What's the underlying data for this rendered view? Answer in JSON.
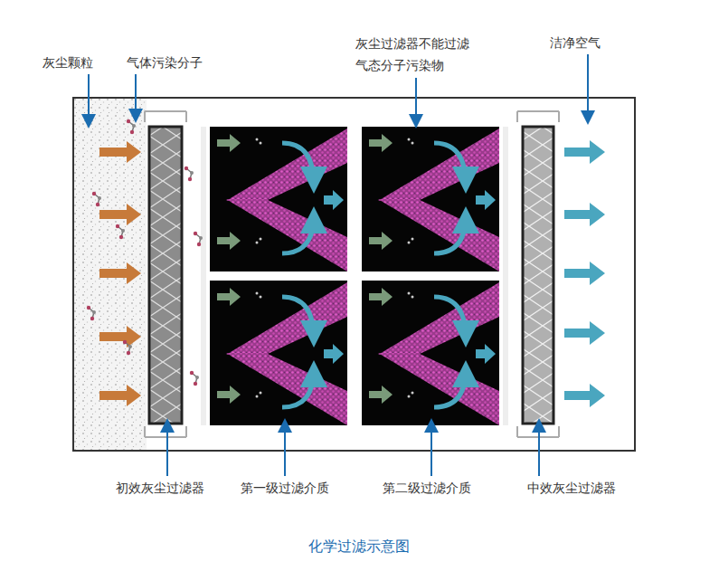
{
  "diagram": {
    "caption": "化学过滤示意图",
    "labels": [
      "灰尘颗粒",
      "气体污染分子",
      "灰尘过滤器不能过滤 气态分子污染物",
      "洁净空气",
      "初效灰尘过滤器",
      "第一级过滤介质",
      "第二级过滤介质",
      "中效灰尘过滤器"
    ]
  }
}
